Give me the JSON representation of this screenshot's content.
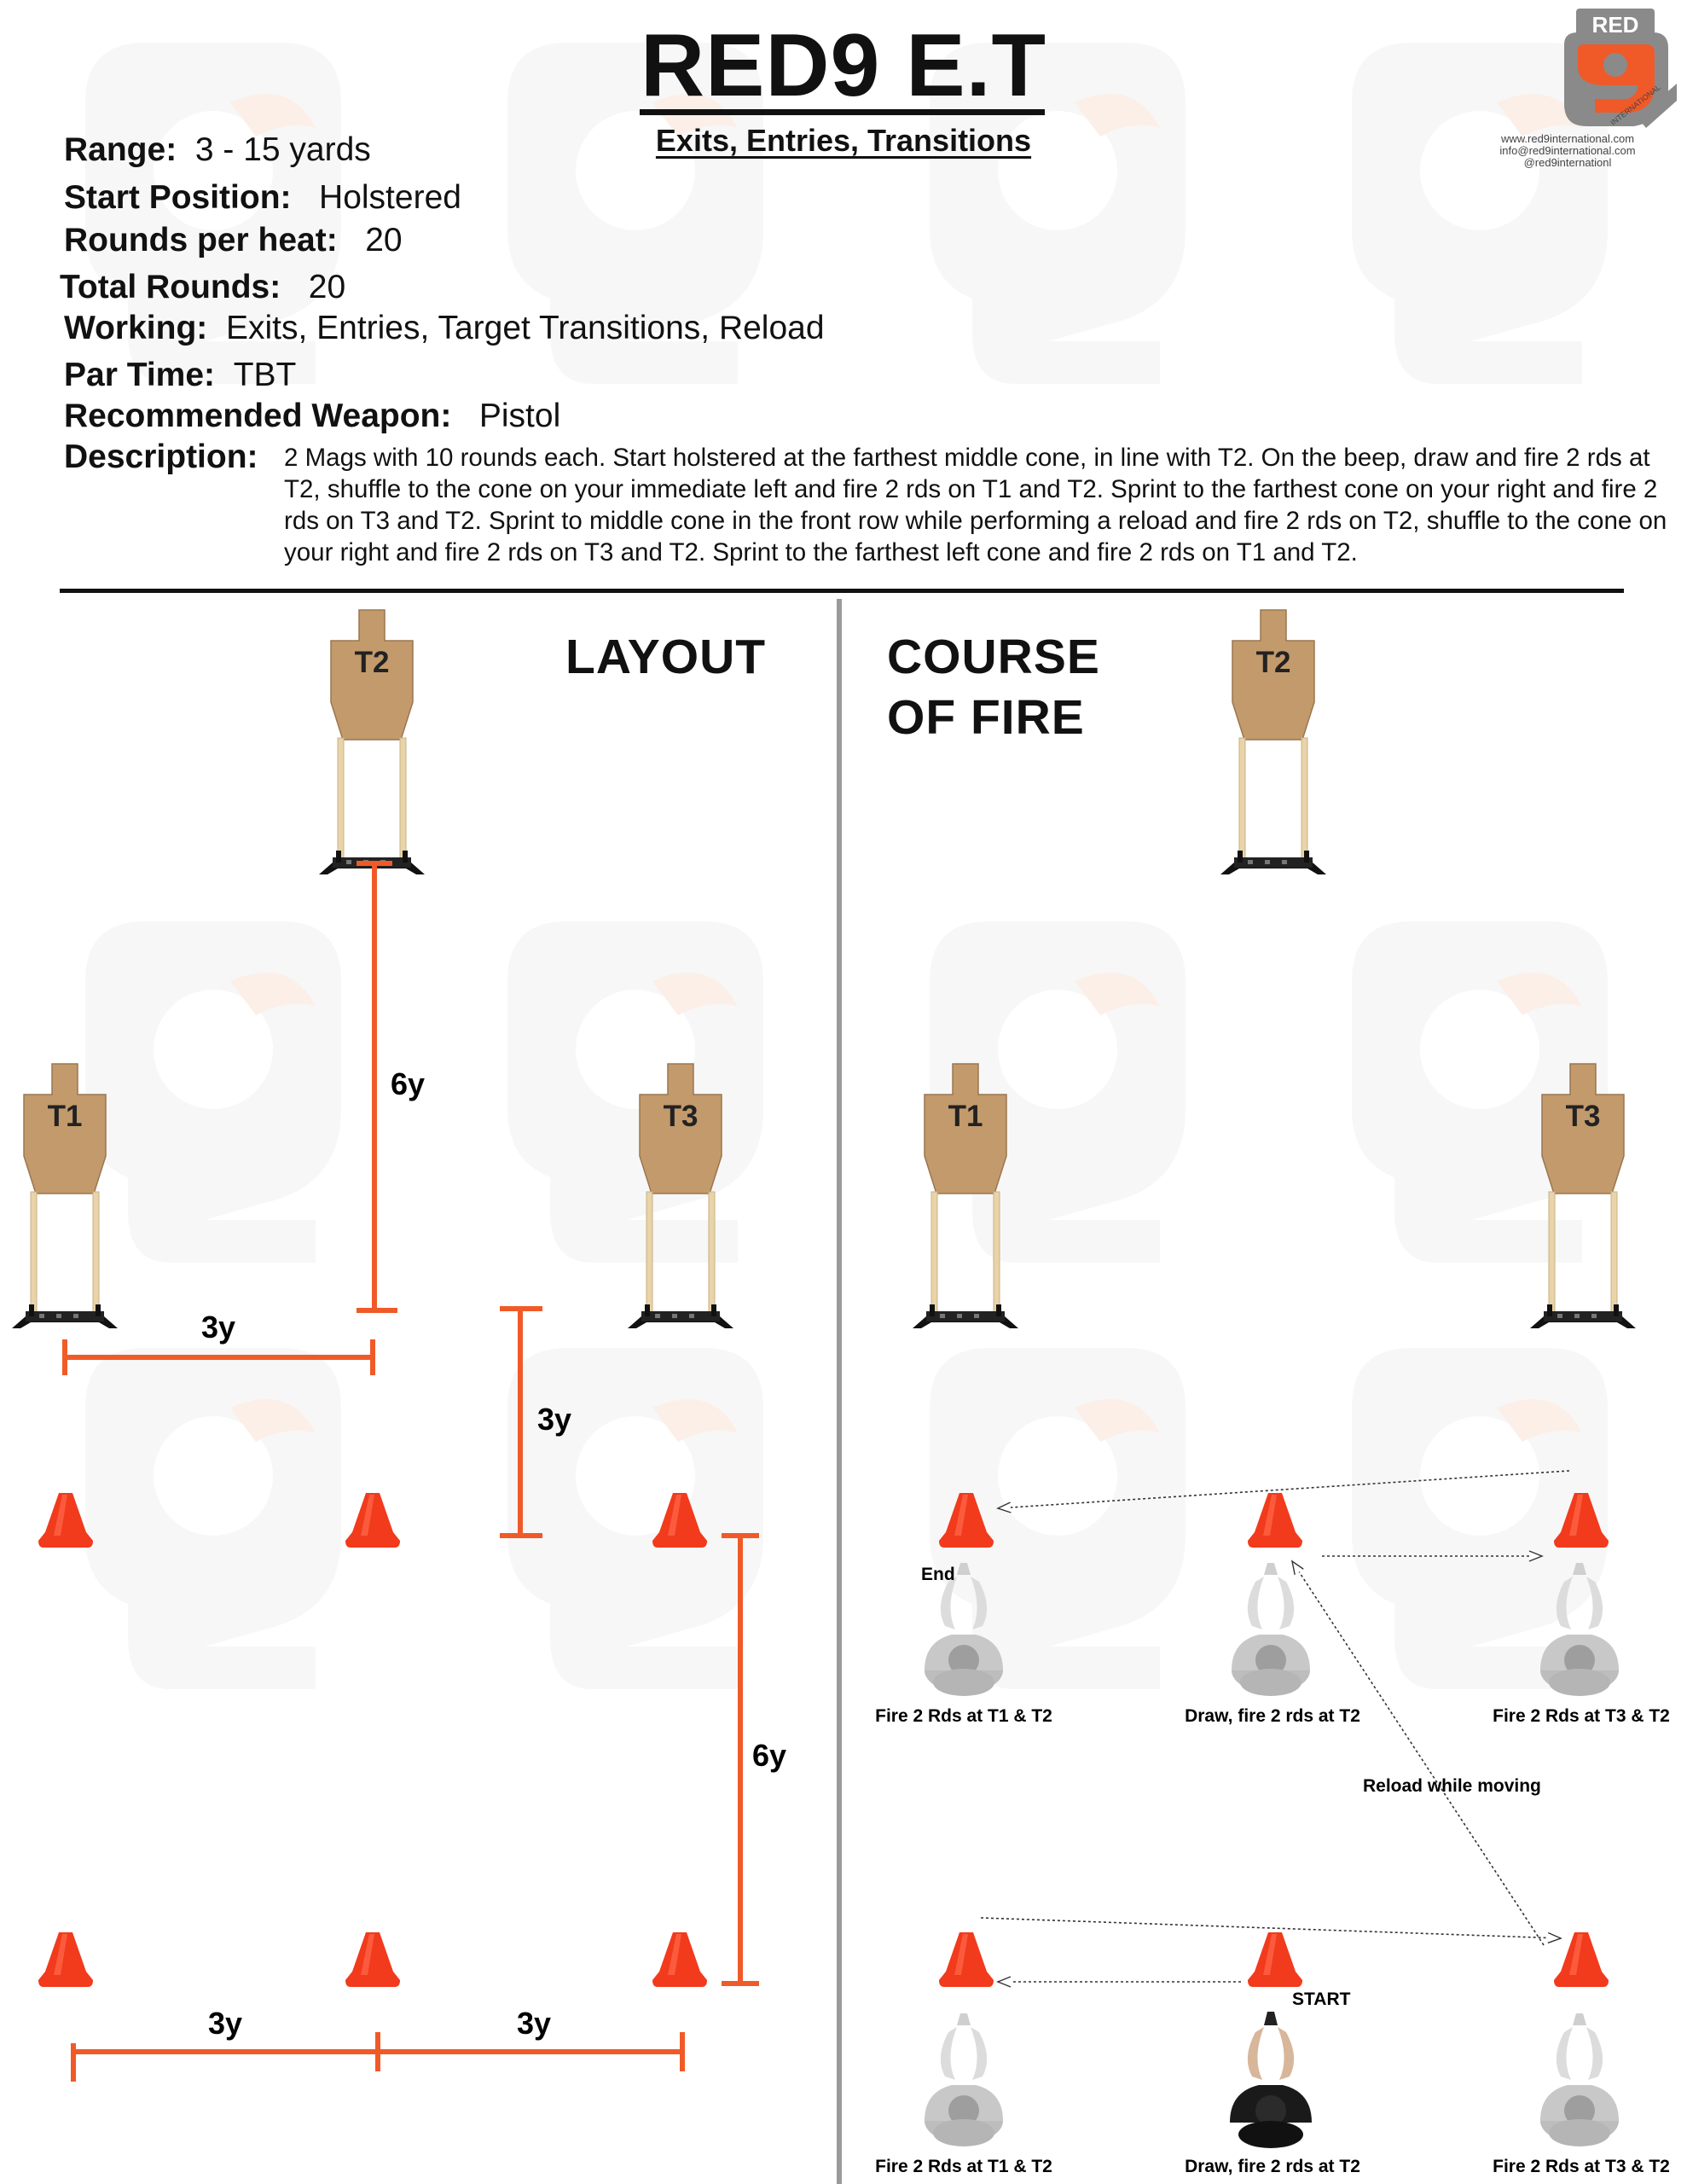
{
  "header": {
    "title": "RED9 E.T",
    "subtitle": "Exits, Entries, Transitions",
    "logo_text": "RED",
    "logo_sub": "INTERNATIONAL",
    "contact": [
      "www.red9international.com",
      "info@red9international.com",
      "@red9internationl"
    ]
  },
  "info": [
    {
      "label": "Range:",
      "value": "3 - 15 yards"
    },
    {
      "label": "Start Position:",
      "value": "Holstered"
    },
    {
      "label": "Rounds per heat:",
      "value": "20"
    },
    {
      "label": "Total Rounds:",
      "value": "20"
    },
    {
      "label": "Working:",
      "value": "Exits, Entries, Target Transitions, Reload"
    },
    {
      "label": "Par Time:",
      "value": "TBT"
    },
    {
      "label": "Recommended Weapon:",
      "value": "Pistol"
    }
  ],
  "description": {
    "label": "Description:",
    "text": "2 Mags with 10 rounds each. Start holstered at the farthest middle cone, in line with T2. On the beep, draw and fire 2 rds at T2, shuffle to the cone on your immediate left and fire 2 rds on T1 and T2. Sprint to the farthest cone on your right and fire 2 rds on T3 and T2. Sprint to middle cone in the front row while performing a reload and fire 2 rds on T2, shuffle to the cone on your right and fire 2 rds on T3 and T2. Sprint to the farthest left cone and fire 2 rds on T1 and T2."
  },
  "layout": {
    "heading": "LAYOUT",
    "targets": {
      "t1": "T1",
      "t2": "T2",
      "t3": "T3"
    },
    "dims": {
      "t2_to_line": "6y",
      "t1_spacing": "3y",
      "t3_to_cone": "3y",
      "row_gap": "6y",
      "bottom_left": "3y",
      "bottom_right": "3y"
    }
  },
  "course": {
    "heading_line1": "COURSE",
    "heading_line2": "OF FIRE",
    "targets": {
      "t1": "T1",
      "t2": "T2",
      "t3": "T3"
    },
    "labels": {
      "end": "End",
      "start": "START",
      "reload": "Reload while moving",
      "front_left": "Fire 2 Rds at T1 & T2",
      "front_mid": "Draw, fire 2 rds at T2",
      "front_right": "Fire 2 Rds at T3 & T2",
      "back_left": "Fire 2 Rds at T1 & T2",
      "back_mid": "Draw, fire 2 rds at T2",
      "back_right": "Fire 2 Rds at T3 & T2"
    }
  },
  "colors": {
    "accent": "#f05a28",
    "cone": "#f23a1c",
    "target": "#c39a6b",
    "ink": "#111111",
    "divider": "#9a9a9a"
  }
}
